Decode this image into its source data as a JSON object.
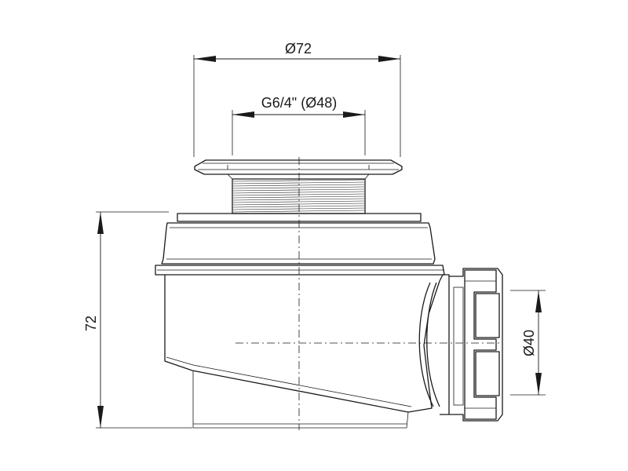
{
  "dimensions": {
    "overall_diameter": "Ø72",
    "thread": "G6/4\" (Ø48)",
    "height": "72",
    "outlet_diameter": "Ø40"
  }
}
